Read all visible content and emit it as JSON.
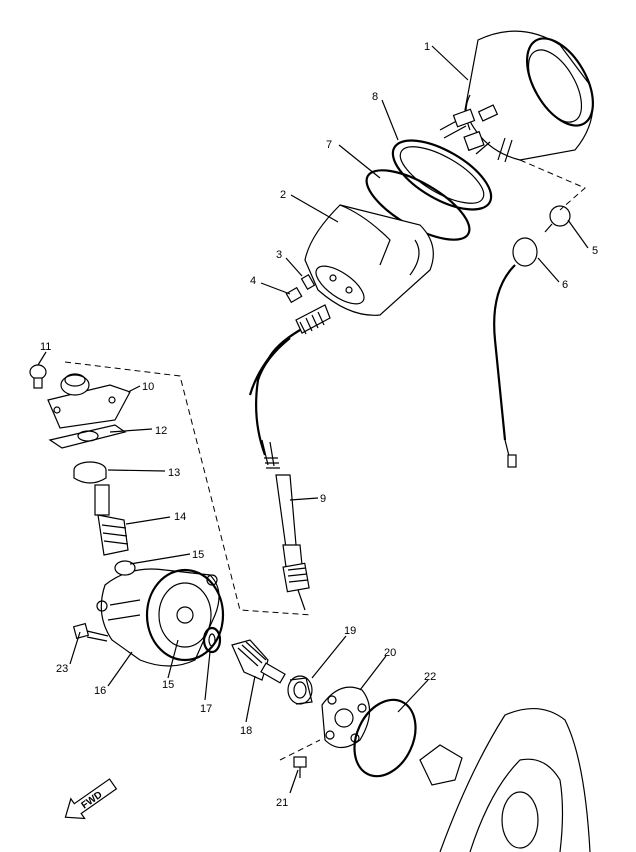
{
  "callouts": {
    "p1": "1",
    "p2": "2",
    "p3": "3",
    "p4": "4",
    "p5": "5",
    "p6": "6",
    "p7": "7",
    "p8": "8",
    "p9": "9",
    "p10": "10",
    "p11": "11",
    "p12": "12",
    "p13": "13",
    "p14": "14",
    "p15a": "15",
    "p15b": "15",
    "p16": "16",
    "p17": "17",
    "p18": "18",
    "p19": "19",
    "p20": "20",
    "p21": "21",
    "p22": "22",
    "p23": "23"
  },
  "fwd_label": "FWD"
}
